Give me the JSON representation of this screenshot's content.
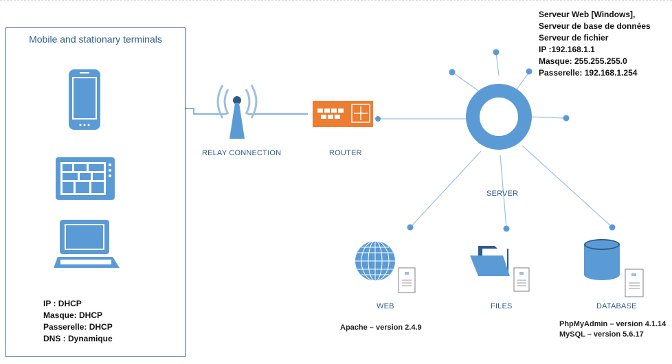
{
  "terminals": {
    "title": "Mobile and stationary terminals",
    "info": [
      "IP : DHCP",
      "Masque: DHCP",
      "Passerelle: DHCP",
      "DNS : Dynamique"
    ]
  },
  "relay": {
    "label": "RELAY CONNECTION"
  },
  "router": {
    "label": "ROUTER"
  },
  "server": {
    "label": "SERVER",
    "info": [
      "Serveur Web [Windows],",
      "Serveur de base de données",
      "Serveur de fichier",
      "IP :192.168.1.1",
      "Masque: 255.255.255.0",
      "Passerelle: 192.168.1.254"
    ]
  },
  "web": {
    "label": "WEB",
    "detail": "Apache – version 2.4.9"
  },
  "files": {
    "label": "FILES"
  },
  "database": {
    "label": "DATABASE",
    "details": [
      "PhpMyAdmin – version 4.1.14",
      "MySQL – version 5.6.17"
    ]
  },
  "colors": {
    "icon_blue": "#5b9bd5",
    "router_orange": "#ed7d31",
    "line_blue": "#5b9bd5",
    "text_blue": "#2e5c8a"
  }
}
